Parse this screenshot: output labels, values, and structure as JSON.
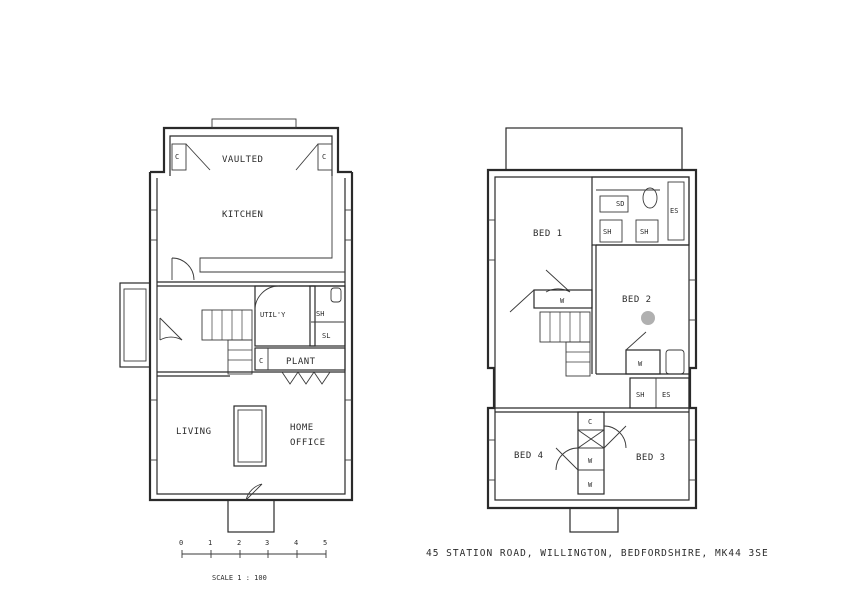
{
  "ground_floor": {
    "labels": {
      "c_left": "C",
      "c_right": "C",
      "vaulted": "VAULTED",
      "kitchen": "KITCHEN",
      "utility": "UTIL'Y",
      "sh": "SH",
      "sl": "SL",
      "c_plant": "C",
      "plant": "PLANT",
      "living": "LIVING",
      "home": "HOME",
      "office": "OFFICE"
    }
  },
  "first_floor": {
    "labels": {
      "bed1": "BED 1",
      "bed2": "BED 2",
      "bed3": "BED 3",
      "bed4": "BED 4",
      "sd": "SD",
      "es_top": "ES",
      "sh_top": "SH",
      "sh_small": "SH",
      "w_landing": "W",
      "w_bed2": "W",
      "sh_bath": "SH",
      "es_bath": "ES",
      "c_wardrobe": "C",
      "w_wardrobe1": "W",
      "w_wardrobe2": "W"
    }
  },
  "scale_bar": {
    "ticks": [
      "0",
      "1",
      "2",
      "3",
      "4",
      "5"
    ],
    "label": "SCALE  1 : 100"
  },
  "address": "45  STATION ROAD,  WILLINGTON,  BEDFORDSHIRE,  MK44 3SE",
  "colors": {
    "line": "#2a2a2a",
    "marker": "#b0b0b0"
  }
}
